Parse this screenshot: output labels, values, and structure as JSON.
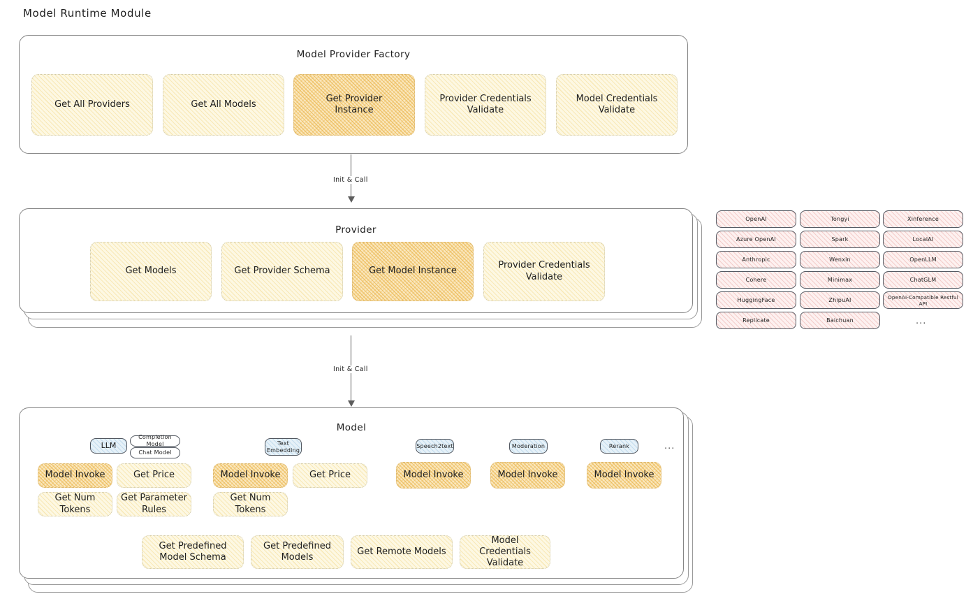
{
  "page": {
    "title": "Model Runtime Module"
  },
  "factory": {
    "title": "Model Provider Factory",
    "nodes": [
      {
        "label": "Get All Providers",
        "highlight": false
      },
      {
        "label": "Get All Models",
        "highlight": false
      },
      {
        "label": "Get Provider Instance",
        "highlight": true
      },
      {
        "label": "Provider Credentials Validate",
        "highlight": false
      },
      {
        "label": "Model Credentials Validate",
        "highlight": false
      }
    ]
  },
  "arrows": [
    {
      "label": "Init & Call"
    },
    {
      "label": "Init & Call"
    }
  ],
  "provider": {
    "title": "Provider",
    "nodes": [
      {
        "label": "Get Models",
        "highlight": false
      },
      {
        "label": "Get Provider Schema",
        "highlight": false
      },
      {
        "label": "Get Model Instance",
        "highlight": true
      },
      {
        "label": "Provider Credentials Validate",
        "highlight": false
      }
    ]
  },
  "provider_list": {
    "columns": [
      [
        "OpenAI",
        "Azure OpenAI",
        "Anthropic",
        "Cohere",
        "HuggingFace",
        "Replicate"
      ],
      [
        "Tongyi",
        "Spark",
        "Wenxin",
        "Minimax",
        "ZhipuAI",
        "Baichuan"
      ],
      [
        "Xinference",
        "LocalAI",
        "OpenLLM",
        "ChatGLM",
        "OpenAI-Compatible Restful API"
      ]
    ],
    "more": "..."
  },
  "model": {
    "title": "Model",
    "more": "...",
    "types": [
      {
        "name": "LLM",
        "subtypes": [
          "Completion Model",
          "Chat Model"
        ],
        "methods": [
          {
            "label": "Model Invoke",
            "highlight": true
          },
          {
            "label": "Get Price",
            "highlight": false
          },
          {
            "label": "Get Num Tokens",
            "highlight": false
          },
          {
            "label": "Get Parameter Rules",
            "highlight": false
          }
        ]
      },
      {
        "name": "Text Embedding",
        "subtypes": [],
        "methods": [
          {
            "label": "Model Invoke",
            "highlight": true
          },
          {
            "label": "Get Price",
            "highlight": false
          },
          {
            "label": "Get Num Tokens",
            "highlight": false
          }
        ]
      },
      {
        "name": "Speech2text",
        "subtypes": [],
        "methods": [
          {
            "label": "Model Invoke",
            "highlight": true
          }
        ]
      },
      {
        "name": "Moderation",
        "subtypes": [],
        "methods": [
          {
            "label": "Model Invoke",
            "highlight": true
          }
        ]
      },
      {
        "name": "Rerank",
        "subtypes": [],
        "methods": [
          {
            "label": "Model Invoke",
            "highlight": true
          }
        ]
      }
    ],
    "common_methods": [
      "Get Predefined Model Schema",
      "Get Predefined Models",
      "Get Remote Models",
      "Model Credentials Validate"
    ]
  },
  "colors": {
    "highlight_fill": "#fae7bd",
    "normal_fill": "#fdf8e3",
    "provider_chip_fill": "#fdf1f0",
    "model_type_fill": "#e6f1f8",
    "stroke": "#1e1e1e"
  }
}
